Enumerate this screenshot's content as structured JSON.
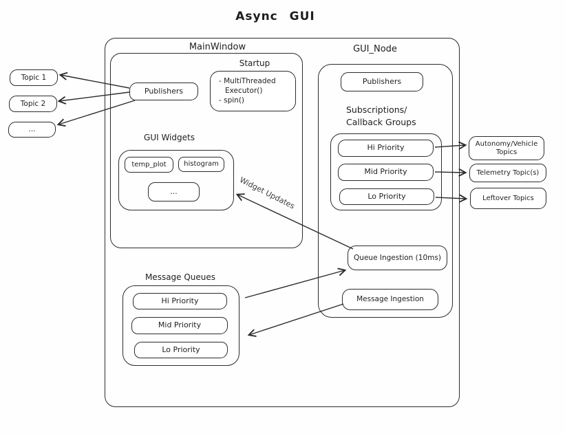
{
  "title": "Async GUI",
  "colors": {
    "stroke": "#1e1e1e",
    "background": "#ffffff"
  },
  "left_topics": [
    "Topic 1",
    "Topic 2",
    "..."
  ],
  "right_topics": [
    "Autonomy/Vehicle Topics",
    "Telemetry Topic(s)",
    "Leftover Topics"
  ],
  "main_window": {
    "label": "MainWindow",
    "publishers_label": "Publishers",
    "startup": {
      "label": "Startup",
      "lines": [
        "- MultiThreaded",
        "Executor()",
        "- spin()"
      ]
    },
    "gui_widgets": {
      "label": "GUI Widgets",
      "items": [
        "temp_plot",
        "histogram",
        "..."
      ]
    }
  },
  "gui_node": {
    "label": "GUI_Node",
    "publishers_label": "Publishers",
    "subscriptions": {
      "label_line1": "Subscriptions/",
      "label_line2": "Callback Groups",
      "items": [
        "Hi Priority",
        "Mid Priority",
        "Lo Priority"
      ]
    },
    "queue_ingestion_label": "Queue Ingestion (10ms)",
    "message_ingestion_label": "Message Ingestion"
  },
  "message_queues": {
    "label": "Message Queues",
    "items": [
      "Hi Priority",
      "Mid Priority",
      "Lo Priority"
    ]
  },
  "annotations": {
    "widget_updates": "Widget Updates"
  }
}
